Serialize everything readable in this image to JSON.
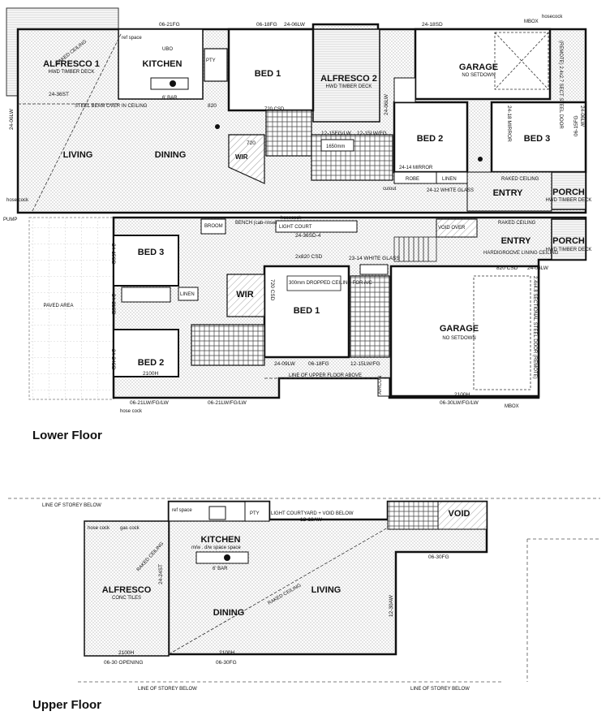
{
  "captions": {
    "lower": "Lower Floor",
    "upper": "Upper Floor"
  },
  "top_plan": {
    "rooms": {
      "alfresco1": "ALFRESCO 1",
      "alfresco1_sub": "HWD TIMBER DECK",
      "kitchen": "KITCHEN",
      "bed1": "BED 1",
      "alfresco2": "ALFRESCO 2",
      "alfresco2_sub": "HWD TIMBER DECK",
      "garage": "GARAGE",
      "garage_sub": "NO SETDOWN",
      "living": "LIVING",
      "dining": "DINING",
      "bed2": "BED 2",
      "bed3": "BED 3",
      "entry": "ENTRY",
      "porch": "PORCH",
      "porch_sub": "HWD TIMBER DECK",
      "wir": "WIR",
      "robe": "ROBE",
      "linen": "LINEN"
    },
    "notes": {
      "raked_ceiling": "RAKED CEILING",
      "steel_beam": "STEEL BEAM OVER IN CEILING",
      "raked_ceiling_garage": "RAKED CEILING",
      "pump": "PUMP",
      "hose_cock": "hose cock",
      "mbox": "MBOX",
      "hosecock": "hosecock",
      "ref_space": "ref space",
      "pty": "PTY",
      "uso": "UBO",
      "mirror": "24-14 MIRROR",
      "white_glass": "24-12 WHITE GLASS",
      "csd720": "720 CSD",
      "s1650": "1650mm",
      "cutout": "cutout",
      "bench": "6' BAR",
      "sectional": "(REMOTE) 2.4x2.7 SECT STEEL DOOR"
    },
    "dims": {
      "d1": "06-21FG",
      "d2": "06-18FG",
      "d3": "24-06LW",
      "d4": "24-18SD",
      "d5": "24-36ST",
      "d6": "24-06LW",
      "d7": "12-15FG/LW",
      "d8": "12-15LW/FG",
      "d9": "820",
      "d10": "720",
      "d11": "24-18 MIRROR",
      "d12": "24-06LW",
      "d13": "24-06LW",
      "d14": "06-15FG"
    }
  },
  "lower_plan": {
    "rooms": {
      "bed3": "BED 3",
      "bed2": "BED 2",
      "bed1": "BED 1",
      "wir": "WIR",
      "garage": "GARAGE",
      "garage_sub": "NO SETDOWN",
      "entry": "ENTRY",
      "porch": "PORCH",
      "porch_sub": "HWD TIMBER DECK",
      "paved": "PAVED AREA",
      "linen": "LINEN",
      "broom": "BROOM",
      "void_over": "VOID OVER",
      "light_court": "LIGHT COURT",
      "dropped": "300mm DROPPED CEILING FOR A/C"
    },
    "notes": {
      "bench": "BENCH (cab-rinse)",
      "hosecock": "hosecock",
      "raked_ceiling": "RAKED CEILING",
      "hardigroove": "HARDIGROOVE LINING CEILING",
      "upper_line": "LINE OF UPPER FLOOR ABOVE",
      "aircon": "AIRCON",
      "mbox": "MBOX",
      "hose_cock": "hose cock",
      "sect_door": "2.4x4.8 SECTIONAL STEEL DOOR (REMOTE)"
    },
    "dims": {
      "d1": "24-36SD-4",
      "d2": "2x820 CSD",
      "d3": "23-14 WHITE GLASS",
      "d4": "820 CSD",
      "d5": "24-06LW",
      "d6": "24-09LW",
      "d7": "06-18FG",
      "d8": "12-15LW/FG",
      "d9": "2100H",
      "d10": "06-21LW/FG/LW",
      "d11": "06-21LW/FG/LW",
      "d12": "2100H",
      "d13": "06-30LW/FG/LW",
      "d14": "24-15SD",
      "d15": "24-24SD",
      "d16": "24-21SD",
      "d17": "720 CSD"
    }
  },
  "upper_plan": {
    "rooms": {
      "kitchen": "KITCHEN",
      "alfresco": "ALFRESCO",
      "alfresco_sub": "CONC TILES",
      "living": "LIVING",
      "dining": "DINING",
      "void": "VOID",
      "pty": "PTY"
    },
    "notes": {
      "storey_top": "LINE OF STOREY BELOW",
      "storey_bot_l": "LINE OF STOREY BELOW",
      "storey_bot_r": "LINE OF STOREY BELOW",
      "light_courtyard": "LIGHT COURTYARD + VOID BELOW",
      "raked1": "RAKED CEILING",
      "raked2": "RAKED CEILING",
      "hose_cock": "hose cock",
      "gas_cock": "gas cock",
      "ref_space": "ref space",
      "bar": "6' BAR",
      "mw": "m/w . d/w space space"
    },
    "dims": {
      "d1": "12-18AW",
      "d2": "06-30FG",
      "d3": "2100H",
      "d4": "2100H",
      "d5": "06-30 OPENING",
      "d6": "06-30FG",
      "d7": "24-24ST",
      "d8": "12-30AW"
    }
  }
}
